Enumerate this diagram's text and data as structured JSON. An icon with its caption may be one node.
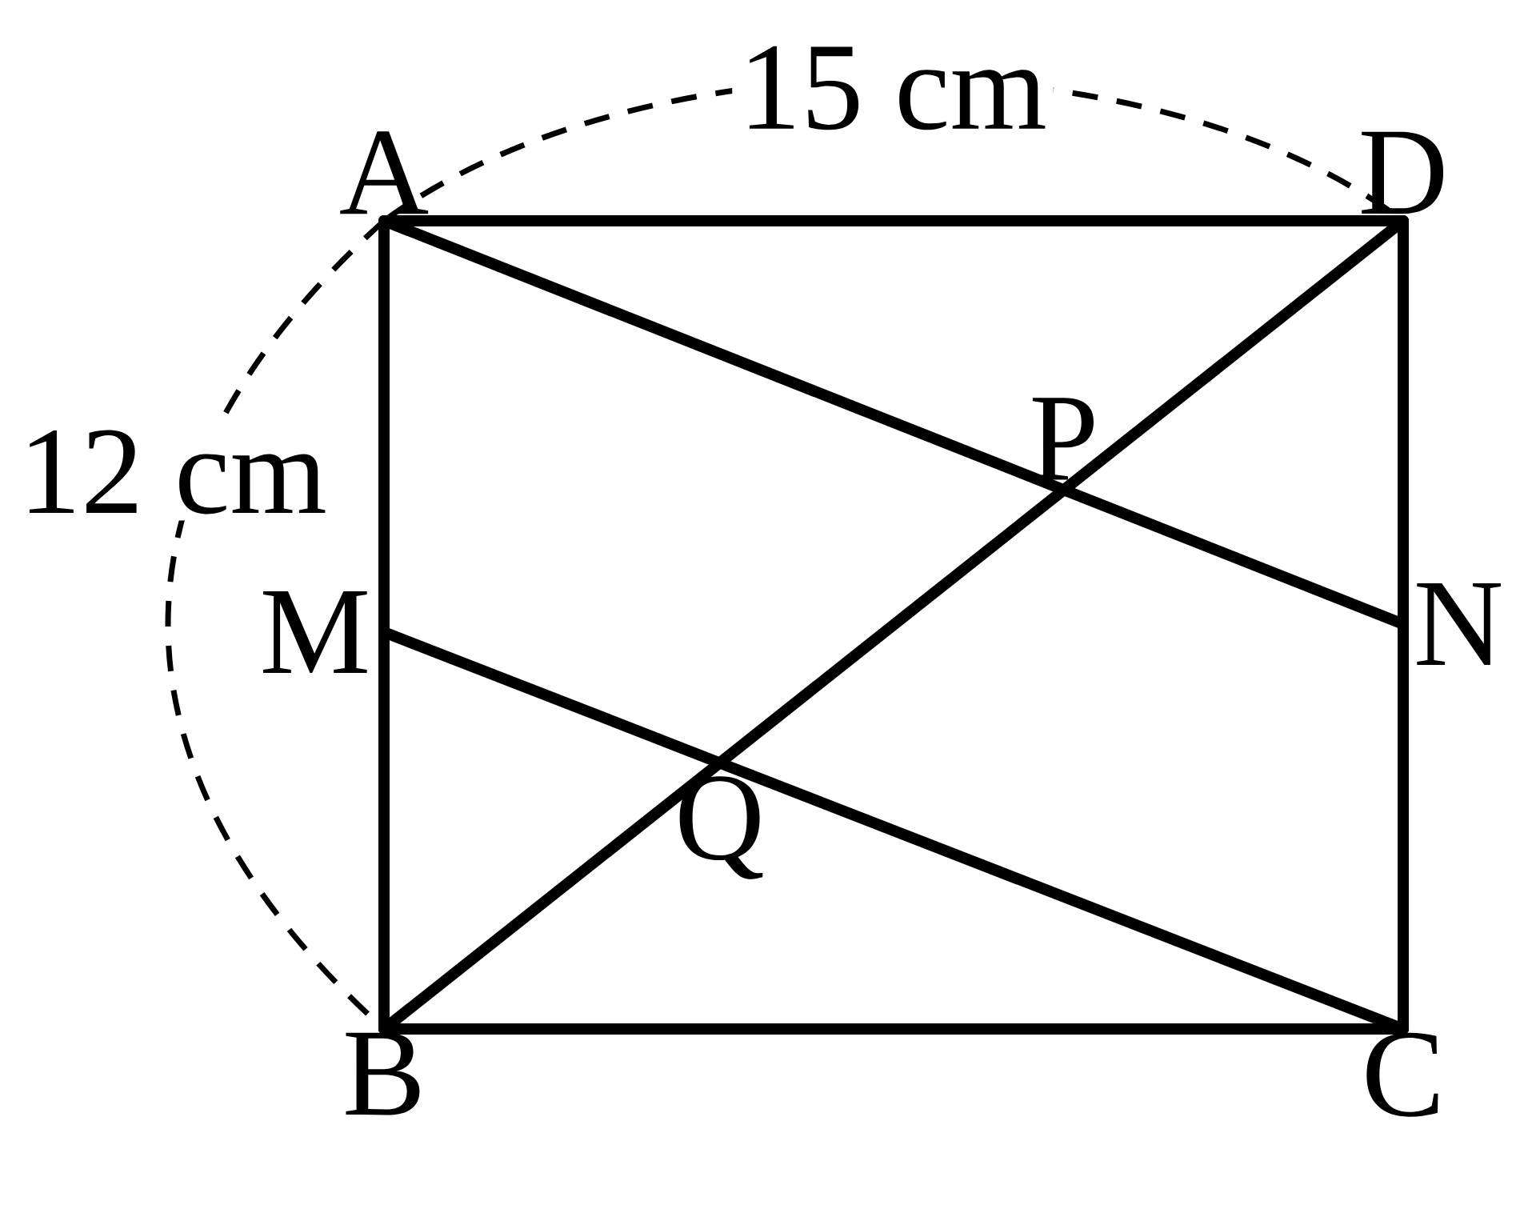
{
  "diagram": {
    "nodes": [
      {
        "text": [
          "A"
        ]
      },
      {
        "text": [
          "D"
        ]
      },
      {
        "text": [
          "M"
        ]
      },
      {
        "text": [
          "N"
        ]
      },
      {
        "text": [
          "P"
        ]
      },
      {
        "text": [
          "Q"
        ]
      },
      {
        "text": [
          "B"
        ]
      },
      {
        "text": [
          "C"
        ]
      }
    ],
    "edges": [
      {
        "from": 0,
        "to": 1,
        "arrow": "none"
      },
      {
        "from": 0,
        "to": 2,
        "arrow": "none"
      },
      {
        "from": 2,
        "to": 6,
        "arrow": "none"
      },
      {
        "from": 6,
        "to": 7,
        "arrow": "none"
      },
      {
        "from": 1,
        "to": 3,
        "arrow": "none"
      },
      {
        "from": 3,
        "to": 7,
        "arrow": "none"
      },
      {
        "from": 0,
        "to": 4,
        "arrow": "none"
      },
      {
        "from": 4,
        "to": 3,
        "arrow": "none"
      },
      {
        "from": 2,
        "to": 5,
        "arrow": "none"
      },
      {
        "from": 5,
        "to": 7,
        "arrow": "none"
      },
      {
        "from": 6,
        "to": 5,
        "arrow": "none"
      },
      {
        "from": 5,
        "to": 4,
        "arrow": "none"
      },
      {
        "from": 4,
        "to": 1,
        "arrow": "none"
      }
    ],
    "labels": [
      "15 cm",
      "12 cm"
    ]
  }
}
